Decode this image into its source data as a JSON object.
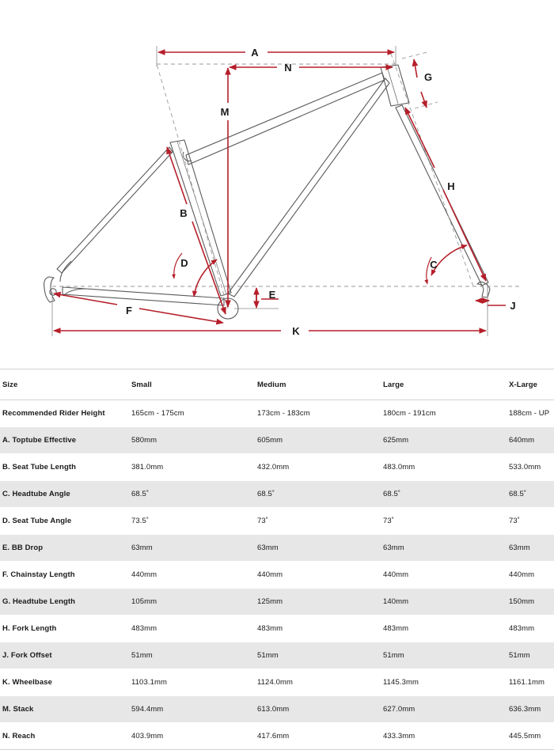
{
  "diagram": {
    "name": "bicycle-frame-geometry-diagram",
    "dimension_color": "#b51f2a",
    "frame_color": "#5a5a5a",
    "guide_color": "#9a9a9a",
    "labels": [
      {
        "id": "A",
        "text": "A",
        "meaning": "Toptube Effective"
      },
      {
        "id": "B",
        "text": "B",
        "meaning": "Seat Tube Length"
      },
      {
        "id": "C",
        "text": "C",
        "meaning": "Headtube Angle"
      },
      {
        "id": "D",
        "text": "D",
        "meaning": "Seat Tube Angle"
      },
      {
        "id": "E",
        "text": "E",
        "meaning": "BB Drop"
      },
      {
        "id": "F",
        "text": "F",
        "meaning": "Chainstay Length"
      },
      {
        "id": "G",
        "text": "G",
        "meaning": "Headtube Length"
      },
      {
        "id": "H",
        "text": "H",
        "meaning": "Fork Length"
      },
      {
        "id": "J",
        "text": "J",
        "meaning": "Fork Offset"
      },
      {
        "id": "K",
        "text": "K",
        "meaning": "Wheelbase"
      },
      {
        "id": "M",
        "text": "M",
        "meaning": "Stack"
      },
      {
        "id": "N",
        "text": "N",
        "meaning": "Reach"
      }
    ]
  },
  "table": {
    "columns": [
      "Size",
      "Small",
      "Medium",
      "Large",
      "X-Large"
    ],
    "rows": [
      {
        "label": "Recommended Rider Height",
        "values": [
          "165cm - 175cm",
          "173cm - 183cm",
          "180cm - 191cm",
          "188cm - UP"
        ]
      },
      {
        "label": "A. Toptube Effective",
        "values": [
          "580mm",
          "605mm",
          "625mm",
          "640mm"
        ]
      },
      {
        "label": "B. Seat Tube Length",
        "values": [
          "381.0mm",
          "432.0mm",
          "483.0mm",
          "533.0mm"
        ]
      },
      {
        "label": "C. Headtube Angle",
        "values": [
          "68.5˚",
          "68.5˚",
          "68.5˚",
          "68.5˚"
        ]
      },
      {
        "label": "D. Seat Tube Angle",
        "values": [
          "73.5˚",
          "73˚",
          "73˚",
          "73˚"
        ]
      },
      {
        "label": "E. BB Drop",
        "values": [
          "63mm",
          "63mm",
          "63mm",
          "63mm"
        ]
      },
      {
        "label": "F. Chainstay Length",
        "values": [
          "440mm",
          "440mm",
          "440mm",
          "440mm"
        ]
      },
      {
        "label": "G. Headtube Length",
        "values": [
          "105mm",
          "125mm",
          "140mm",
          "150mm"
        ]
      },
      {
        "label": "H. Fork Length",
        "values": [
          "483mm",
          "483mm",
          "483mm",
          "483mm"
        ]
      },
      {
        "label": "J. Fork Offset",
        "values": [
          "51mm",
          "51mm",
          "51mm",
          "51mm"
        ]
      },
      {
        "label": "K. Wheelbase",
        "values": [
          "1103.1mm",
          "1124.0mm",
          "1145.3mm",
          "1161.1mm"
        ]
      },
      {
        "label": "M. Stack",
        "values": [
          "594.4mm",
          "613.0mm",
          "627.0mm",
          "636.3mm"
        ]
      },
      {
        "label": "N. Reach",
        "values": [
          "403.9mm",
          "417.6mm",
          "433.3mm",
          "445.5mm"
        ]
      }
    ]
  }
}
